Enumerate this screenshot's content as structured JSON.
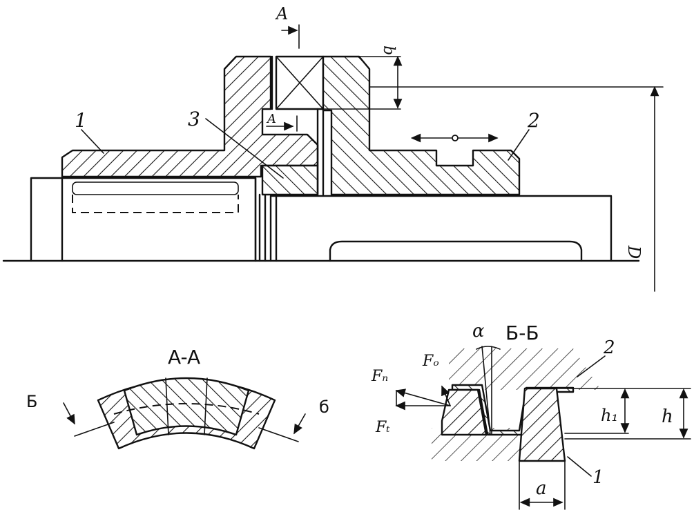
{
  "labels": {
    "part_1": "1",
    "part_2": "2",
    "part_3": "3",
    "view_arrow": "A",
    "section_aa": "A-A",
    "section_bb": "Б-Б",
    "cut_left": "Б",
    "cut_right": "б",
    "dim_b": "b",
    "dim_D": "D",
    "dim_h": "h",
    "dim_h1": "h₁",
    "dim_a": "a",
    "angle": "α",
    "force_n": "Fₙ",
    "force_o": "Fₒ",
    "force_t": "Fₜ",
    "part_2_detail": "2",
    "part_1_detail": "1"
  }
}
